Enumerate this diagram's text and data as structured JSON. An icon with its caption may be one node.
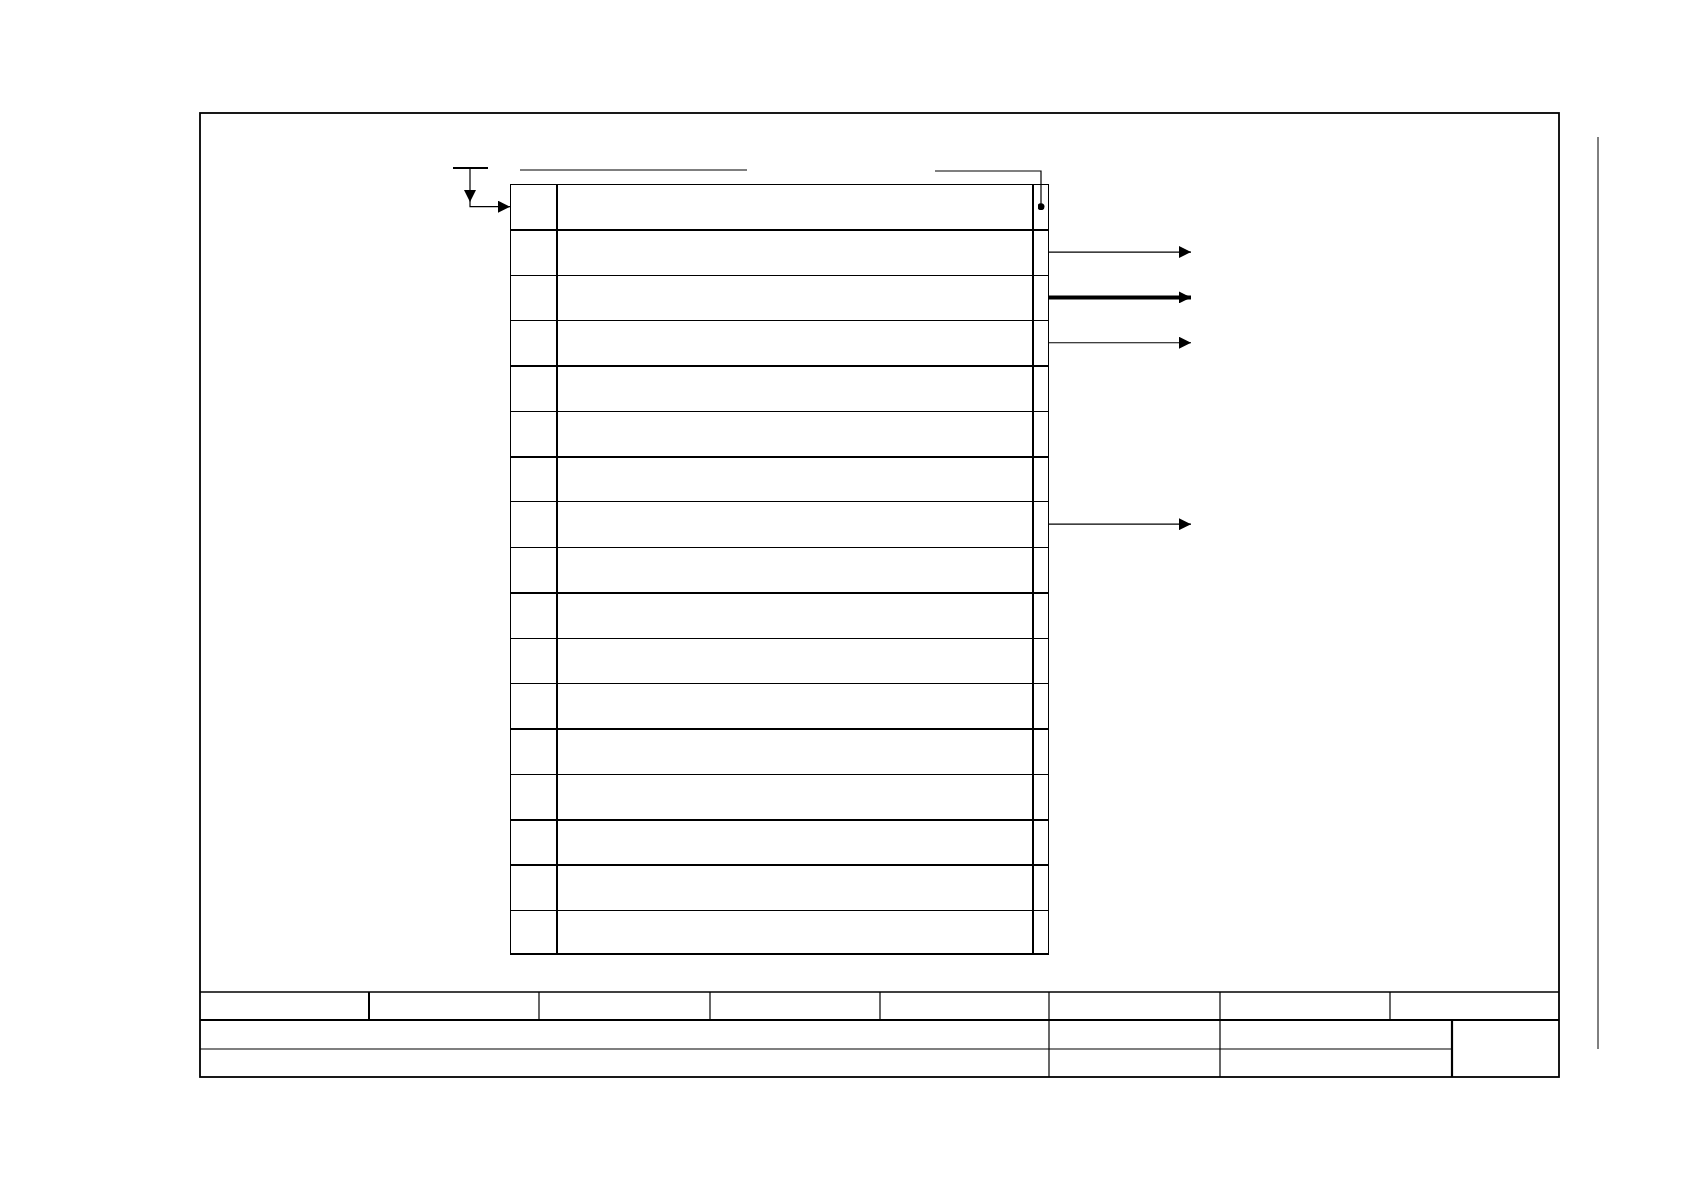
{
  "diagram": {
    "nodes": [
      {
        "text": [],
        "shape": "box"
      },
      {
        "text": [],
        "shape": "box"
      },
      {
        "text": [],
        "shape": "box"
      },
      {
        "text": [],
        "shape": "box"
      },
      {
        "text": [],
        "shape": "box"
      },
      {
        "text": [],
        "shape": "box"
      },
      {
        "text": [],
        "shape": "box"
      },
      {
        "text": [],
        "shape": "box"
      },
      {
        "text": [],
        "shape": "box"
      },
      {
        "text": [],
        "shape": "box"
      },
      {
        "text": [],
        "shape": "box"
      },
      {
        "text": [],
        "shape": "box"
      },
      {
        "text": [],
        "shape": "box"
      },
      {
        "text": [],
        "shape": "box"
      },
      {
        "text": [],
        "shape": "box"
      },
      {
        "text": [],
        "shape": "box"
      },
      {
        "text": [],
        "shape": "box"
      }
    ],
    "edges": [
      {
        "from": null,
        "to": 0,
        "arrow": "to"
      },
      {
        "from": null,
        "to": 0,
        "arrow": "other"
      },
      {
        "from": 1,
        "to": null,
        "arrow": "to"
      },
      {
        "from": 2,
        "to": null,
        "arrow": "to",
        "style": "thick"
      },
      {
        "from": 3,
        "to": null,
        "arrow": "to"
      },
      {
        "from": 7,
        "to": null,
        "arrow": "to"
      }
    ]
  }
}
